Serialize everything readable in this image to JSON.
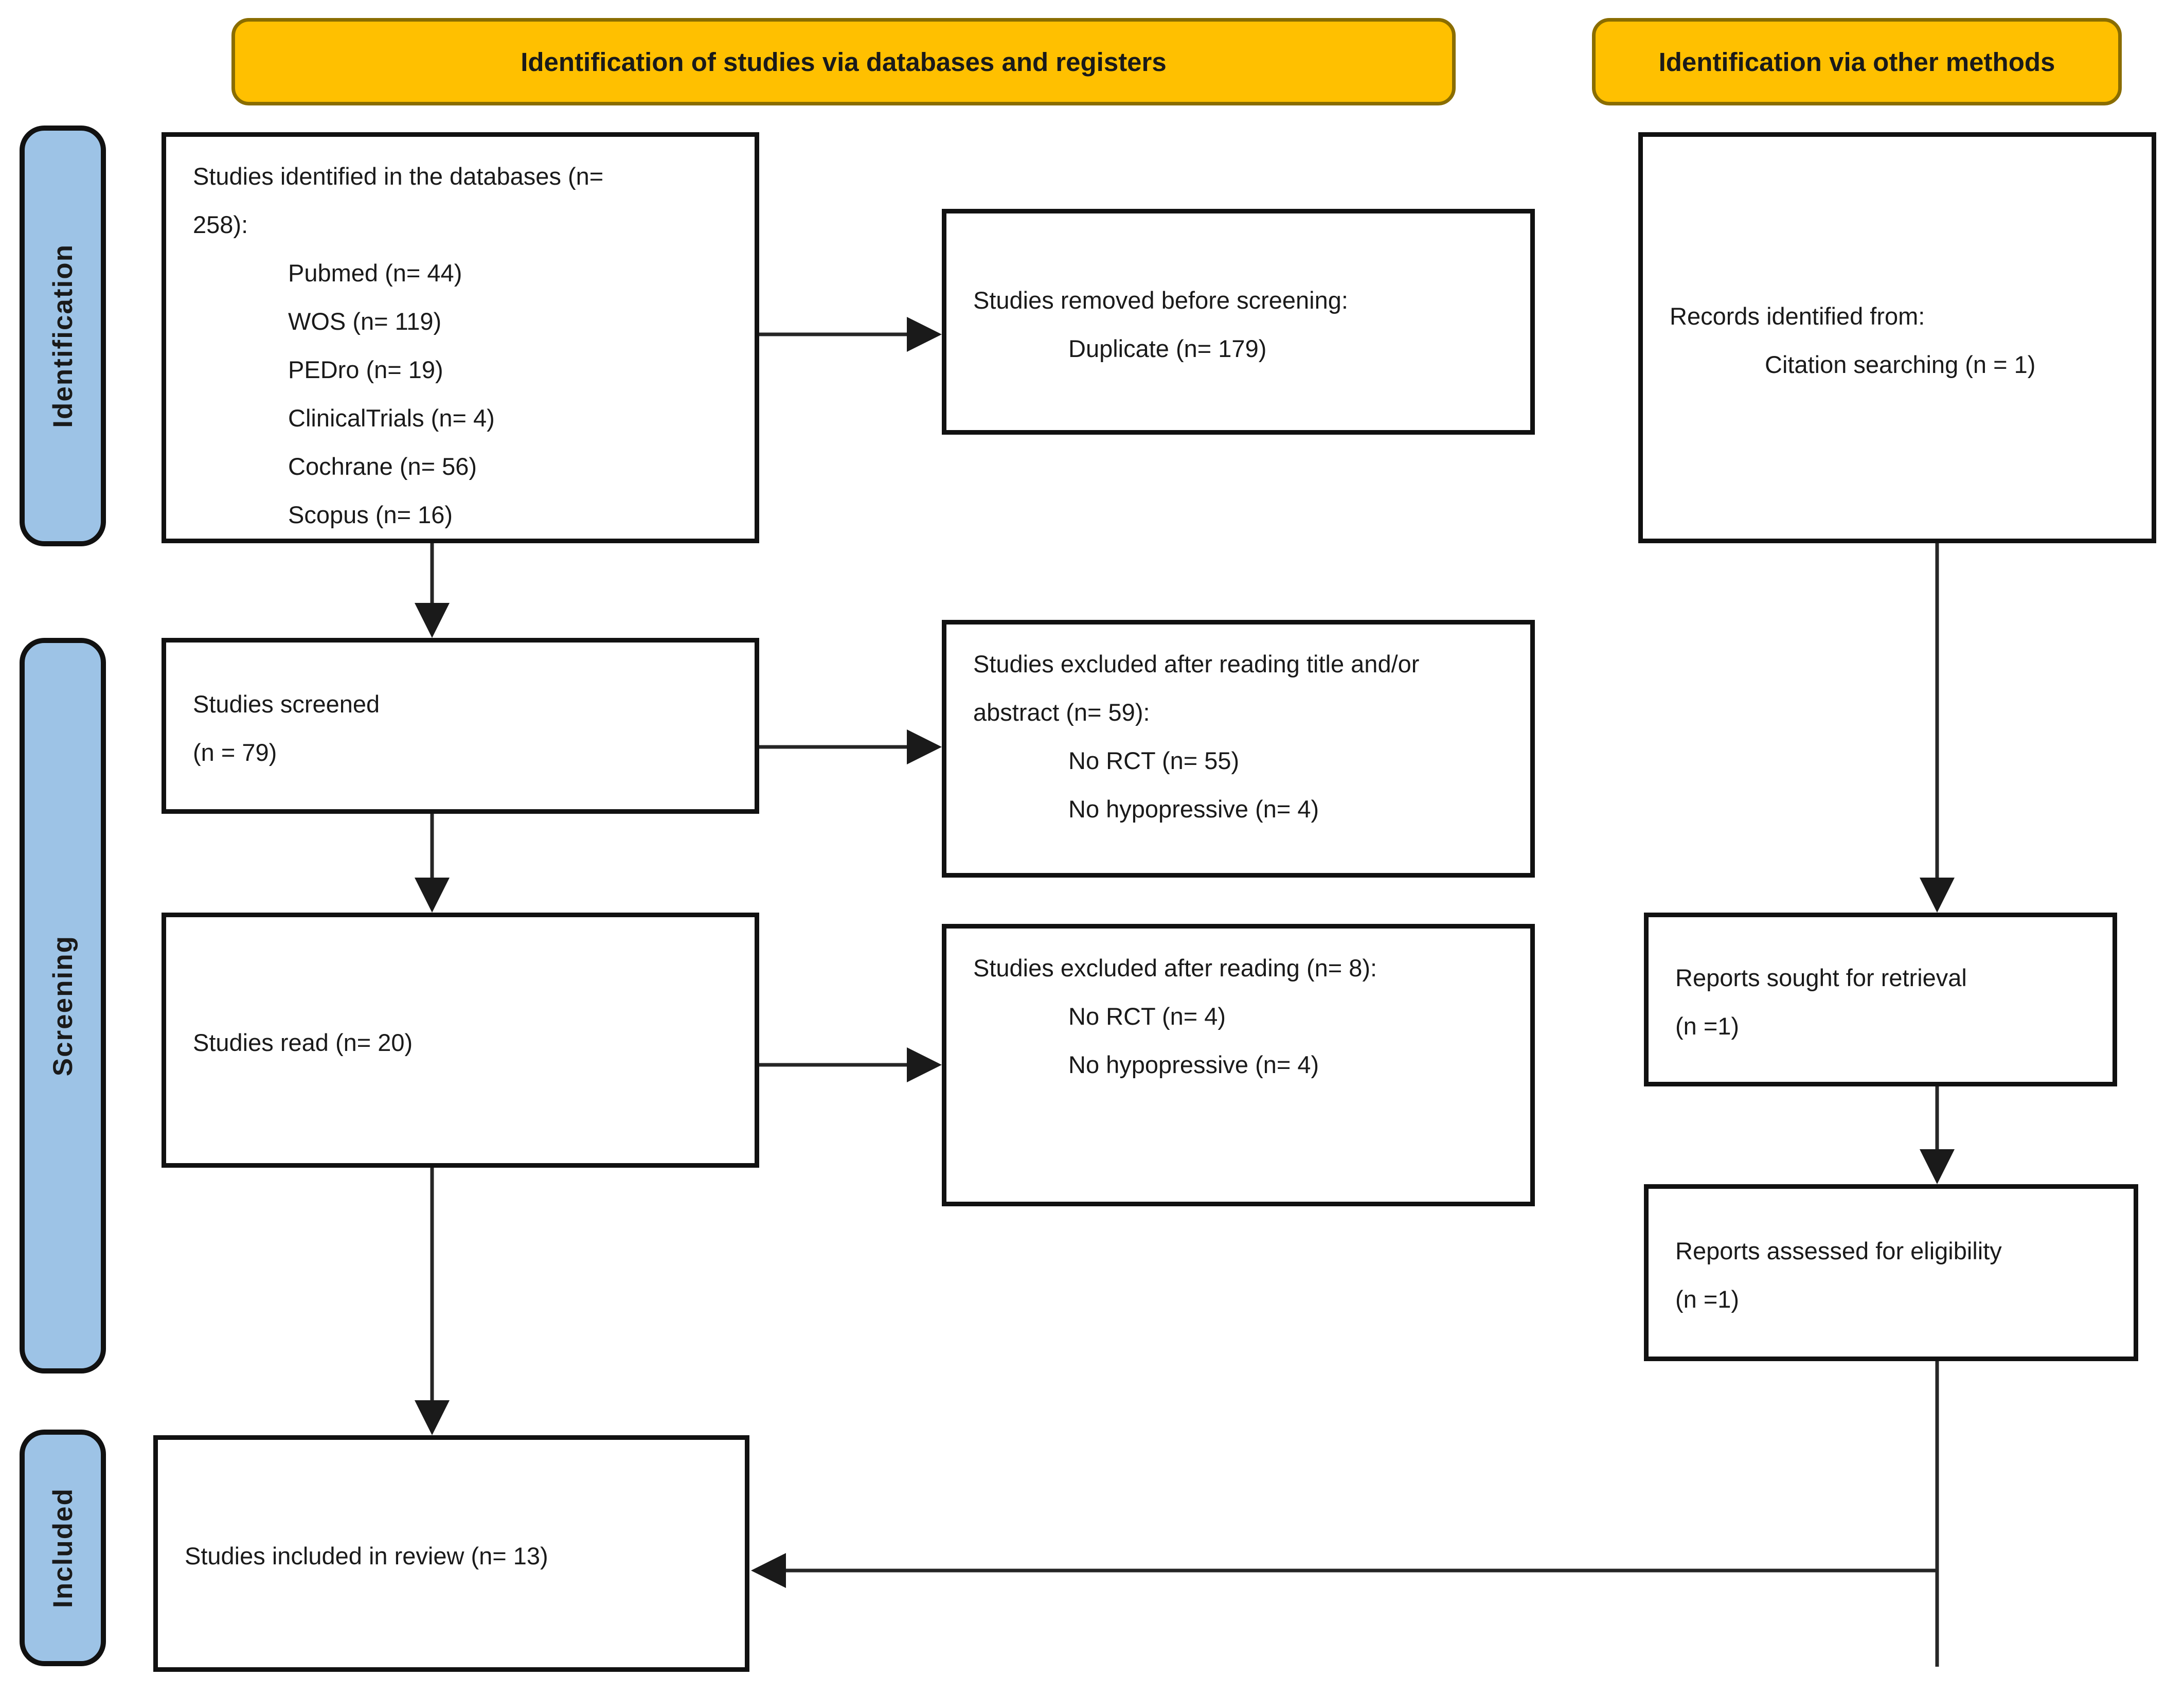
{
  "headers": {
    "databases_registers": "Identification of studies via databases and registers",
    "other_methods": "Identification via other methods"
  },
  "stages": {
    "identification": "Identification",
    "screening": "Screening",
    "included": "Included"
  },
  "boxes": {
    "identified": {
      "title": "Studies identified in the databases (n= 258):",
      "items": [
        "Pubmed (n= 44)",
        "WOS (n= 119)",
        "PEDro (n= 19)",
        "ClinicalTrials (n= 4)",
        "Cochrane (n= 56)",
        "Scopus (n= 16)"
      ]
    },
    "removed": {
      "title": "Studies removed before screening:",
      "items": [
        "Duplicate (n= 179)"
      ]
    },
    "records_other": {
      "title": "Records identified from:",
      "items": [
        "Citation searching (n = 1)"
      ]
    },
    "screened": {
      "line1": "Studies screened",
      "line2": "(n = 79)"
    },
    "excluded_title_abstract": {
      "title": "Studies excluded after reading title and/or abstract (n= 59):",
      "items": [
        "No RCT (n= 55)",
        "No hypopressive (n= 4)"
      ]
    },
    "read": {
      "title": "Studies read (n= 20)"
    },
    "excluded_reading": {
      "title": "Studies excluded after reading (n= 8):",
      "items": [
        "No RCT (n= 4)",
        "No hypopressive (n= 4)"
      ]
    },
    "sought": {
      "line1": "Reports sought for retrieval",
      "line2": "(n =1)"
    },
    "assessed": {
      "line1": "Reports assessed for eligibility",
      "line2": "(n =1)"
    },
    "included_review": {
      "title": "Studies included in review (n= 13)"
    }
  },
  "colors": {
    "header_fill": "#FFC000",
    "header_border": "#8a6d00",
    "stage_fill": "#9DC3E6",
    "box_border": "#111111",
    "arrow": "#262626",
    "background": "#ffffff"
  }
}
